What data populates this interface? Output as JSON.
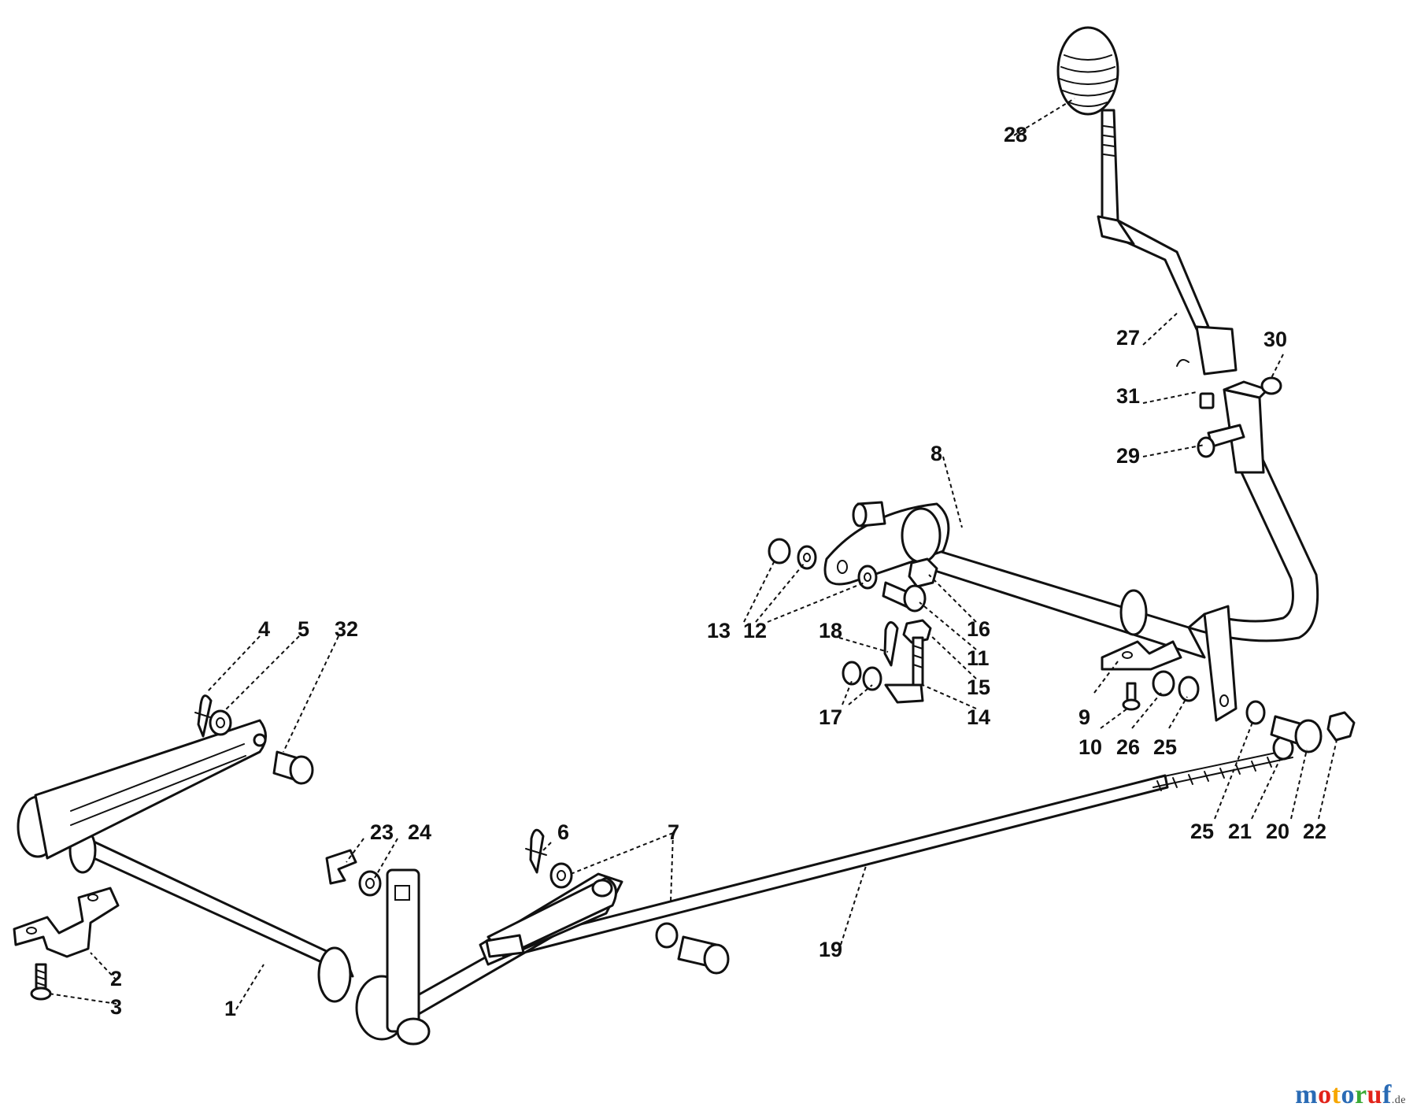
{
  "labels": {
    "l1": "1",
    "l2": "2",
    "l3": "3",
    "l4": "4",
    "l5": "5",
    "l6": "6",
    "l7": "7",
    "l8": "8",
    "l9": "9",
    "l10": "10",
    "l11": "11",
    "l12": "12",
    "l13": "13",
    "l14": "14",
    "l15": "15",
    "l16": "16",
    "l17": "17",
    "l18": "18",
    "l19": "19",
    "l20": "20",
    "l21": "21",
    "l22": "22",
    "l23": "23",
    "l24": "24",
    "l25a": "25",
    "l25b": "25",
    "l26": "26",
    "l27": "27",
    "l28": "28",
    "l29": "29",
    "l30": "30",
    "l31": "31",
    "l32": "32"
  },
  "watermark": {
    "letters": [
      "m",
      "o",
      "t",
      "o",
      "r",
      "u",
      "f"
    ],
    "colors": [
      "#2a6bb5",
      "#e2231a",
      "#f7a600",
      "#2a6bb5",
      "#3aaa35",
      "#e2231a",
      "#2a6bb5"
    ],
    "suffix": ".de"
  }
}
